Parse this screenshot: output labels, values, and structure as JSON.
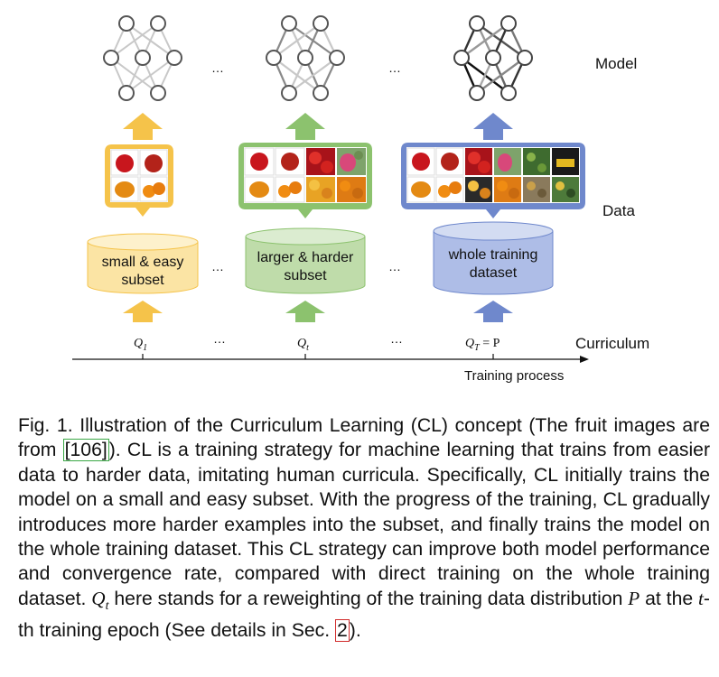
{
  "figure": {
    "row_labels": {
      "model": "Model",
      "data": "Data",
      "curriculum": "Curriculum"
    },
    "ellipsis": "…",
    "stages": [
      {
        "subset_label_1": "small & easy",
        "subset_label_2": "subset",
        "q_label": "Q",
        "q_sub": "1",
        "color": "#f5c34a",
        "fill": "#fbe4a4"
      },
      {
        "subset_label_1": "larger & harder",
        "subset_label_2": "subset",
        "q_label": "Q",
        "q_sub": "t",
        "color": "#8cc26e",
        "fill": "#bfdcaa"
      },
      {
        "subset_label_1": "whole training",
        "subset_label_2": "dataset",
        "q_label": "Q",
        "q_sub": "T",
        "q_suffix": " = P",
        "color": "#6f88cc",
        "fill": "#aebde7"
      }
    ],
    "axis_label": "Training process"
  },
  "caption": {
    "prefix": "Fig. 1. Illustration of the Curriculum Learning (CL) concept (The fruit images are from ",
    "ref1": "[106]",
    "mid1": "). CL is a training strategy for machine learning that trains from easier data to harder data, imitating human curricula. Specifically, CL initially trains the model on a small and easy subset. With the progress of the training, CL gradually introduces more harder examples into the subset, and finally trains the model on the whole training dataset. This CL strategy can improve both model performance and convergence rate, compared with direct training on the whole training dataset. ",
    "q_symbol": "Q",
    "q_sub": "t",
    "mid2": " here stands for a reweighting of the training data distribution ",
    "p_symbol": "P",
    "mid3": " at the ",
    "t_symbol": "t",
    "mid4": "-th training epoch (See details in Sec. ",
    "ref2": "2",
    "suffix": ")."
  },
  "colors": {
    "easy": "#f5c34a",
    "medium": "#8cc26e",
    "hard": "#6f88cc"
  }
}
